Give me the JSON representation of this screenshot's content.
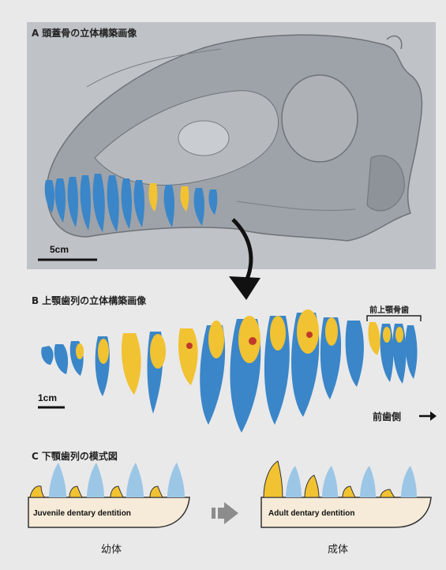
{
  "panel_a": {
    "letter": "A",
    "title": "頭蓋骨の立体構築画像",
    "scale": "5cm"
  },
  "panel_b": {
    "letter": "B",
    "title": "上顎歯列の立体構築画像",
    "premaxillary_label": "前上顎骨歯",
    "scale": "1cm",
    "direction_label": "前歯側"
  },
  "panel_c": {
    "letter": "C",
    "title": "下顎歯列の模式図",
    "juvenile_box": "Juvenile dentary dentition",
    "adult_box": "Adult dentary dentition",
    "juvenile_caption": "幼体",
    "adult_caption": "成体"
  },
  "colors": {
    "blue_tooth": "#3a86c8",
    "yellow_tooth": "#f1c232",
    "red_spot": "#c0392b",
    "light_blue": "#9cc6e6",
    "jaw_fill": "#f6ead8"
  }
}
